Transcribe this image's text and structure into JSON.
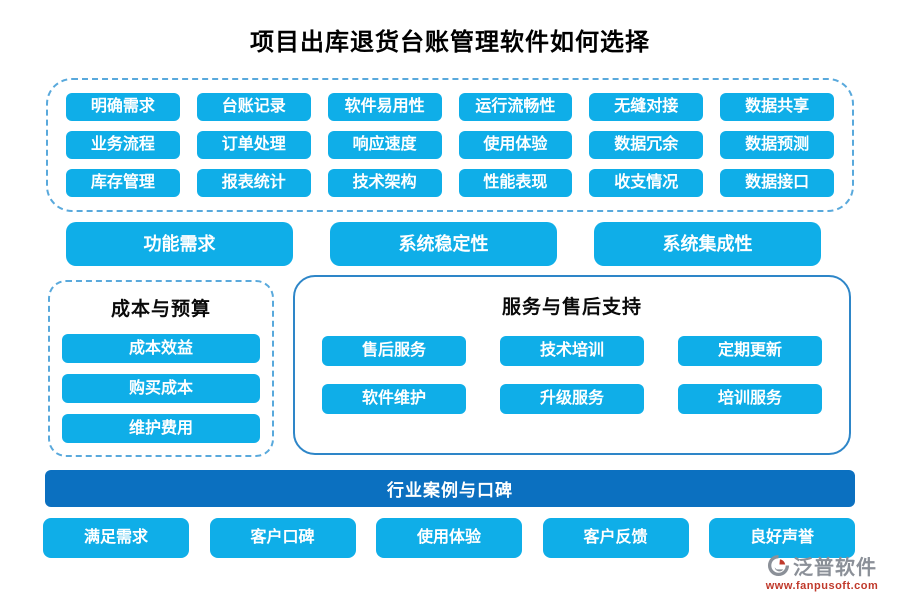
{
  "title": "项目出库退货台账管理软件如何选择",
  "colors": {
    "button_cyan": "#0FAEE8",
    "bar_blue": "#0B70C0",
    "dashed_border": "#59A9DC",
    "solid_border": "#2E86C8",
    "logo_gray": "#8B9098",
    "logo_red": "#C0392B"
  },
  "criteria_box": {
    "items": [
      "明确需求",
      "台账记录",
      "软件易用性",
      "运行流畅性",
      "无缝对接",
      "数据共享",
      "业务流程",
      "订单处理",
      "响应速度",
      "使用体验",
      "数据冗余",
      "数据预测",
      "库存管理",
      "报表统计",
      "技术架构",
      "性能表现",
      "收支情况",
      "数据接口"
    ]
  },
  "categories": {
    "items": [
      "功能需求",
      "系统稳定性",
      "系统集成性"
    ]
  },
  "cost_box": {
    "title": "成本与预算",
    "items": [
      "成本效益",
      "购买成本",
      "维护费用"
    ]
  },
  "service_box": {
    "title": "服务与售后支持",
    "items": [
      "售后服务",
      "技术培训",
      "定期更新",
      "软件维护",
      "升级服务",
      "培训服务"
    ]
  },
  "reputation": {
    "bar": "行业案例与口碑",
    "items": [
      "满足需求",
      "客户口碑",
      "使用体验",
      "客户反馈",
      "良好声誉"
    ]
  },
  "logo": {
    "name": "泛普软件",
    "url": "www.fanpusoft.com"
  }
}
